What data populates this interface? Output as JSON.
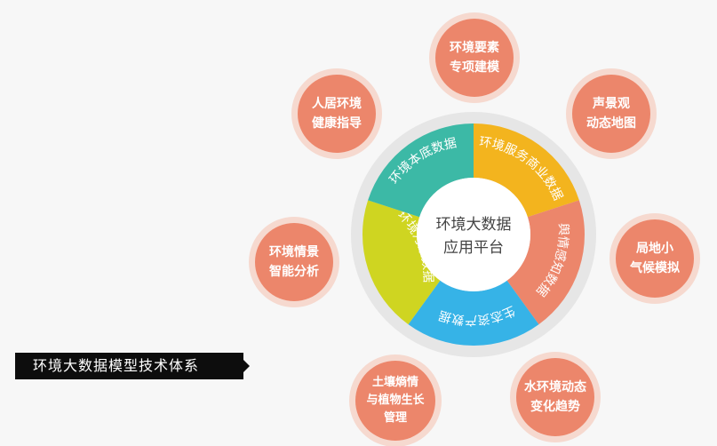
{
  "center": {
    "line1": "环境大数据",
    "line2": "应用平台"
  },
  "segments": [
    {
      "label": "环境服务商业数据",
      "color": "#f3b41e"
    },
    {
      "label": "舆情感知数据",
      "color": "#ec866b"
    },
    {
      "label": "生态资产数据",
      "color": "#36b3e7"
    },
    {
      "label": "环境污染数据",
      "color": "#cfd521"
    },
    {
      "label": "环境本底数据",
      "color": "#3cb9a6"
    }
  ],
  "satellites": [
    {
      "line1": "环境要素",
      "line2": "专项建模"
    },
    {
      "line1": "声景观",
      "line2": "动态地图"
    },
    {
      "line1": "局地小",
      "line2": "气候模拟"
    },
    {
      "line1": "水环境动态",
      "line2": "变化趋势"
    },
    {
      "line1": "土壤熵情",
      "line2": "与植物生长",
      "line3": "管理"
    },
    {
      "line1": "环境情景",
      "line2": "智能分析"
    },
    {
      "line1": "人居环境",
      "line2": "健康指导"
    }
  ],
  "title": "环境大数据模型技术体系",
  "colors": {
    "satellite": "#ec866b",
    "satellite_ring": "#f6d9cf",
    "outer_ring": "#e6e6e6"
  }
}
